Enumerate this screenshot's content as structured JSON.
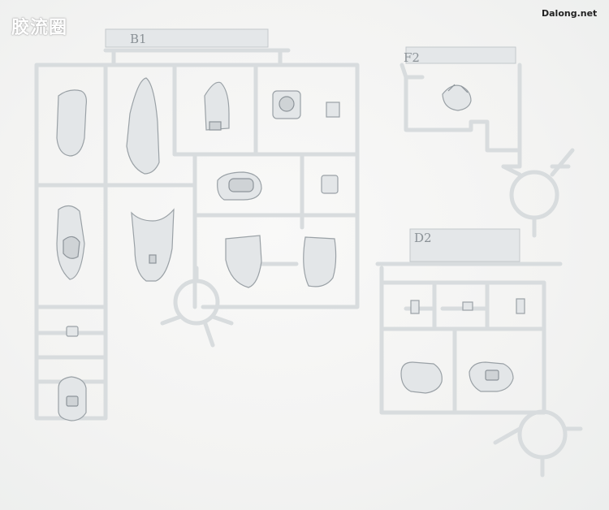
{
  "watermark_cn": "胶流圈",
  "watermark_en": "Dalong.net",
  "runner_labels": {
    "b1": "B1",
    "f2": "F2",
    "d2": "D2"
  },
  "colors": {
    "background": "#f4f4f3",
    "plastic": "#dfe2e4",
    "plastic_shadow": "#9aa1a6"
  }
}
